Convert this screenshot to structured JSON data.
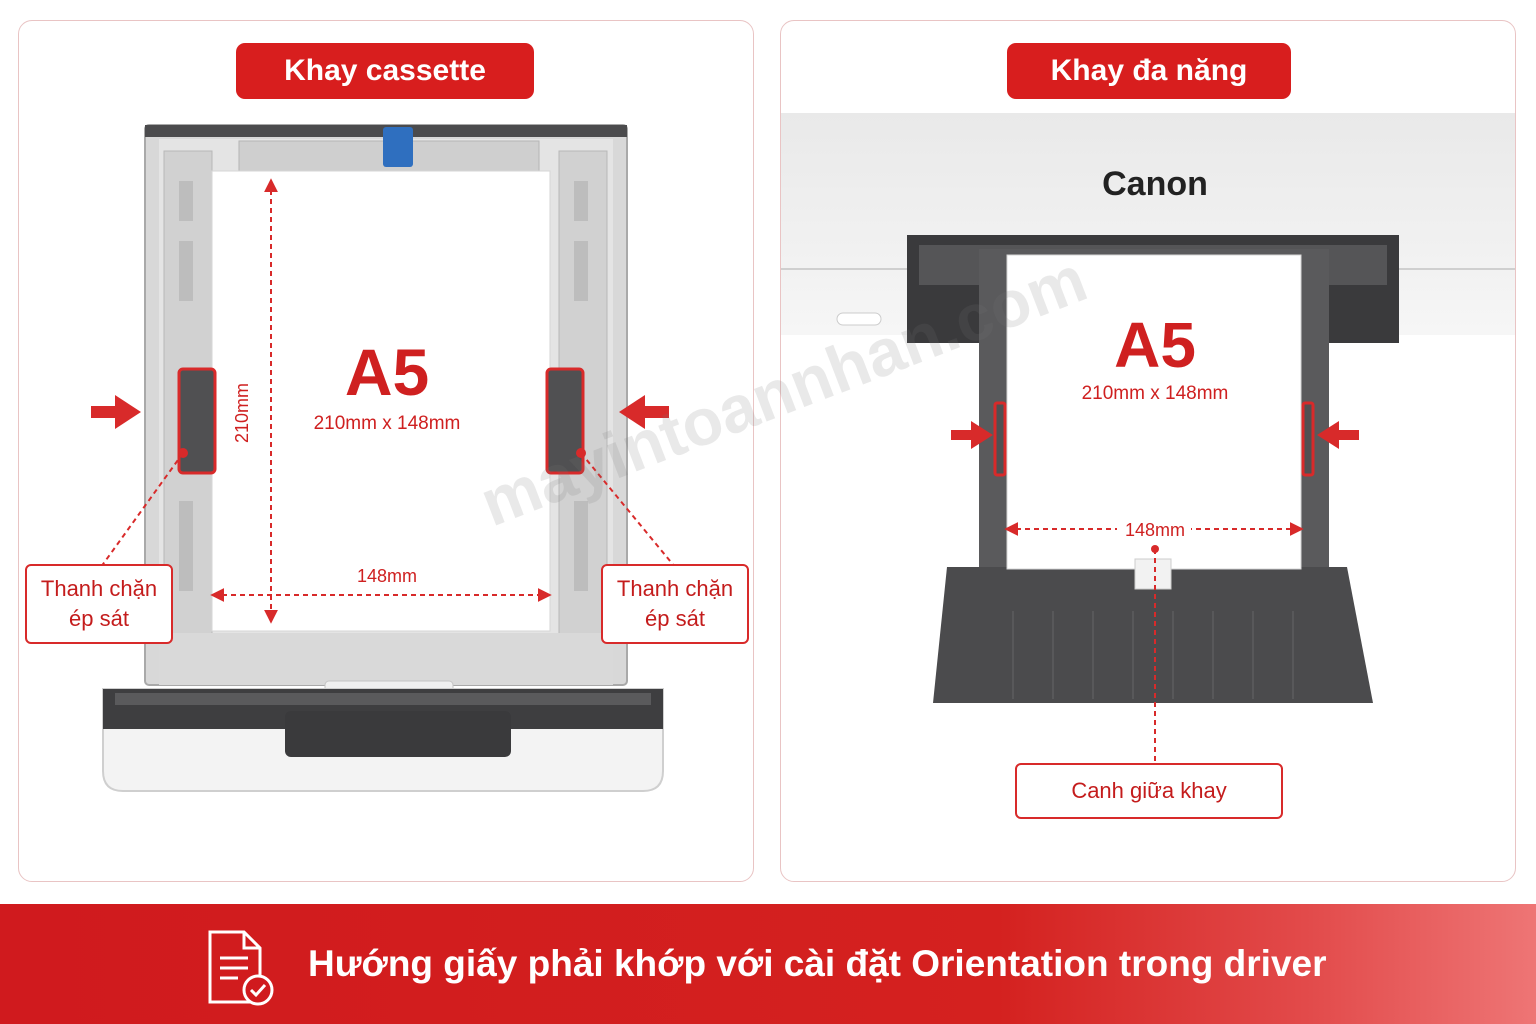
{
  "left_panel": {
    "title": "Khay cassette",
    "paper_size": "A5",
    "paper_dims": "210mm x 148mm",
    "height_label": "210mm",
    "width_label": "148mm",
    "callout_left": [
      "Thanh chặn",
      "ép sát"
    ],
    "callout_right": [
      "Thanh chặn",
      "ép sát"
    ]
  },
  "right_panel": {
    "title": "Khay đa năng",
    "brand": "Canon",
    "paper_size": "A5",
    "paper_dims": "210mm x 148mm",
    "width_label": "148mm",
    "callout_center": "Canh giữa khay"
  },
  "watermark": "mayintoannhan.com",
  "banner": {
    "text": "Hướng giấy phải khớp với cài đặt Orientation trong driver",
    "icon": "document-check-icon"
  },
  "colors": {
    "accent": "#d81e1e",
    "banner": "#d01a1e",
    "tray_dark": "#4a4a4c",
    "tray_light": "#dcdcdc"
  }
}
